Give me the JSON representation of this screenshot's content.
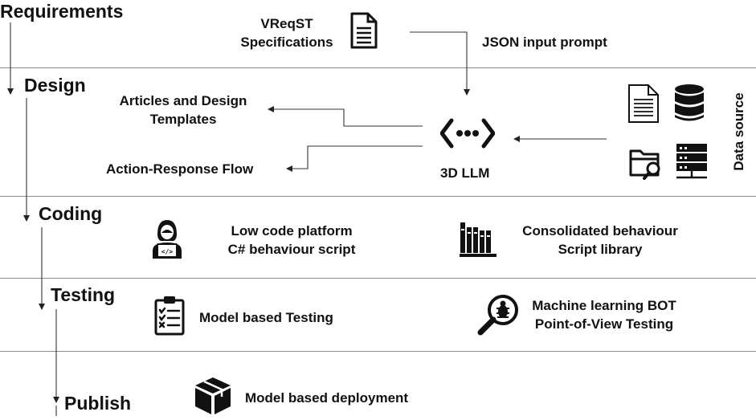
{
  "stages": {
    "requirements": "Requirements",
    "design": "Design",
    "coding": "Coding",
    "testing": "Testing",
    "publish": "Publish"
  },
  "requirements": {
    "spec_line1": "VReqST",
    "spec_line2": "Specifications",
    "prompt_label": "JSON input prompt",
    "spec_icon": "document-icon"
  },
  "design": {
    "articles_line1": "Articles and Design",
    "articles_line2": "Templates",
    "flow_label": "Action-Response Flow",
    "llm_label": "3D LLM",
    "data_source_label": "Data source",
    "llm_icon": "code-connector-icon",
    "source_icons": [
      "document-icon",
      "database-icon",
      "folder-search-icon",
      "server-icon"
    ]
  },
  "coding": {
    "lowcode_line1": "Low code platform",
    "lowcode_line2": "C# behaviour script",
    "library_line1": "Consolidated behaviour",
    "library_line2": "Script library",
    "developer_icon": "developer-icon",
    "library_icon": "books-icon"
  },
  "testing": {
    "model_label": "Model based Testing",
    "bot_line1": "Machine learning BOT",
    "bot_line2": "Point-of-View Testing",
    "checklist_icon": "checklist-icon",
    "bug_icon": "bug-search-icon"
  },
  "publish": {
    "deploy_label": "Model based deployment",
    "package_icon": "package-icon"
  }
}
